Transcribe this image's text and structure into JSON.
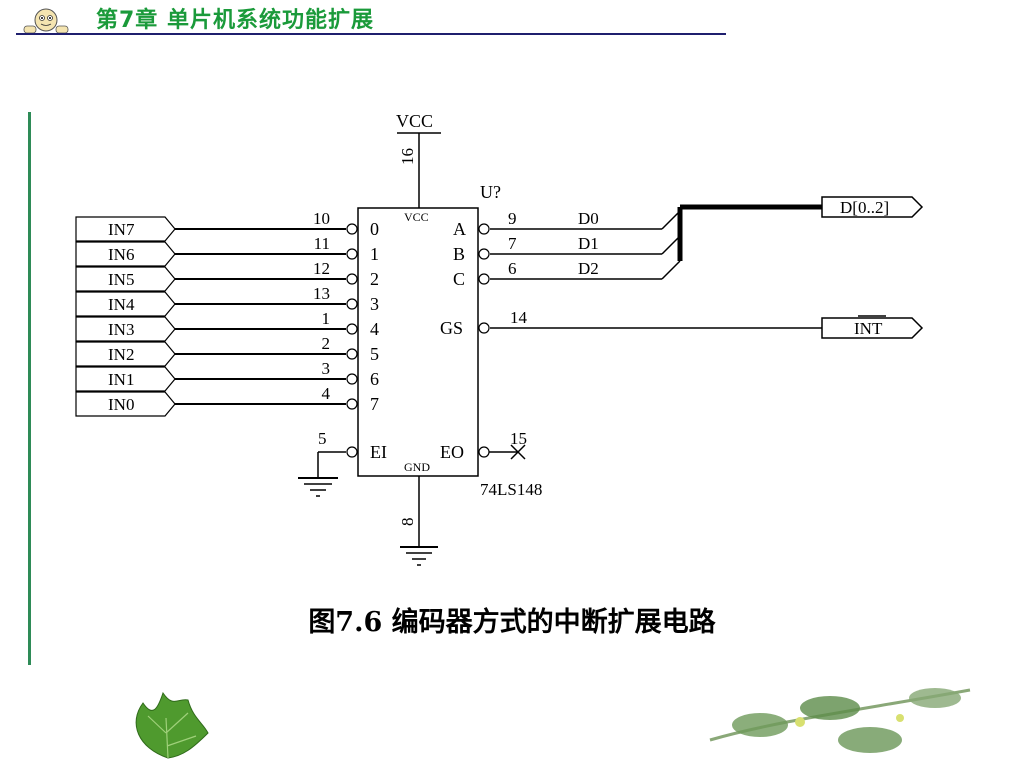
{
  "slide": {
    "title": "第7章  单片机系统功能扩展",
    "caption": "图7.6 编码器方式的中断扩展电路"
  },
  "chip": {
    "ref": "U?",
    "part": "74LS148",
    "vcc_pin_label": "VCC",
    "gnd_pin_label": "GND",
    "power_net": "VCC",
    "vcc_pin": "16",
    "gnd_pin": "8",
    "inputs": [
      {
        "port": "IN7",
        "pin": "10",
        "label": "0"
      },
      {
        "port": "IN6",
        "pin": "11",
        "label": "1"
      },
      {
        "port": "IN5",
        "pin": "12",
        "label": "2"
      },
      {
        "port": "IN4",
        "pin": "13",
        "label": "3"
      },
      {
        "port": "IN3",
        "pin": "1",
        "label": "4"
      },
      {
        "port": "IN2",
        "pin": "2",
        "label": "5"
      },
      {
        "port": "IN1",
        "pin": "3",
        "label": "6"
      },
      {
        "port": "IN0",
        "pin": "4",
        "label": "7"
      }
    ],
    "outputs": [
      {
        "label": "A",
        "pin": "9",
        "net": "D0"
      },
      {
        "label": "B",
        "pin": "7",
        "net": "D1"
      },
      {
        "label": "C",
        "pin": "6",
        "net": "D2"
      }
    ],
    "gs": {
      "label": "GS",
      "pin": "14"
    },
    "ei": {
      "label": "EI",
      "pin": "5"
    },
    "eo": {
      "label": "EO",
      "pin": "15"
    }
  },
  "ports": {
    "bus": "D[0..2]",
    "interrupt": "INT"
  }
}
